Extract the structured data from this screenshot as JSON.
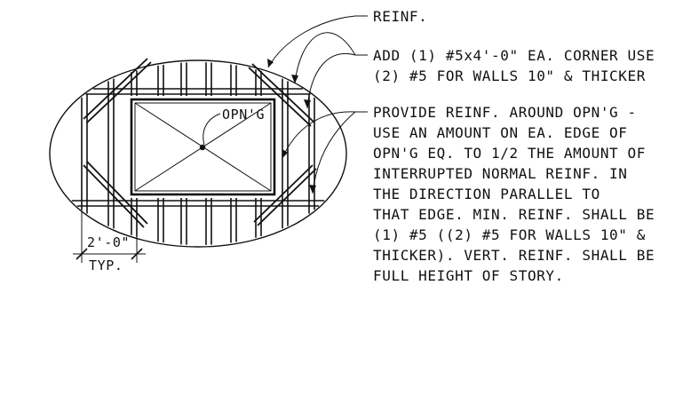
{
  "drawing": {
    "opening_label": "OPN'G",
    "dimension_text": "2'-0\"",
    "dimension_note": "TYP."
  },
  "notes": [
    {
      "lines": [
        "REINF."
      ]
    },
    {
      "lines": [
        "ADD (1) #5x4'-0\" EA. CORNER USE",
        "(2) #5 FOR WALLS 10\" & THICKER"
      ]
    },
    {
      "lines": [
        "PROVIDE REINF. AROUND OPN'G -",
        "USE AN AMOUNT ON EA. EDGE OF",
        "OPN'G EQ. TO 1/2 THE AMOUNT OF",
        "INTERRUPTED NORMAL REINF. IN",
        "THE DIRECTION PARALLEL TO",
        "THAT EDGE.  MIN. REINF. SHALL BE",
        "(1) #5 ((2) #5 FOR WALLS 10\" &",
        "THICKER). VERT. REINF. SHALL BE",
        "FULL HEIGHT OF STORY."
      ]
    }
  ]
}
